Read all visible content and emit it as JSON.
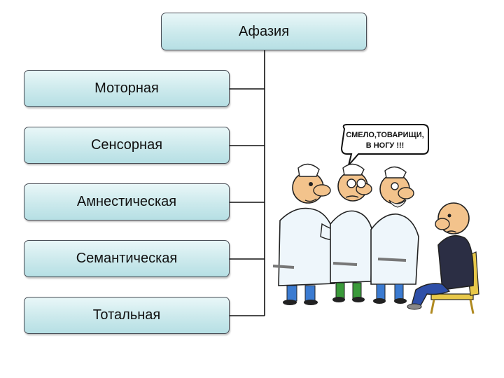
{
  "root": {
    "label": "Афазия"
  },
  "children": [
    {
      "label": "Моторная"
    },
    {
      "label": "Сенсорная"
    },
    {
      "label": "Амнестическая"
    },
    {
      "label": "Семантическая"
    },
    {
      "label": "Тотальная"
    }
  ],
  "cartoon": {
    "speech_line1": "СМЕЛО,ТОВАРИЩИ,",
    "speech_line2": "В НОГУ !!!"
  },
  "colors": {
    "box_fill": "#cbe9ec",
    "box_border": "#4a4f57",
    "connector": "#111111"
  }
}
